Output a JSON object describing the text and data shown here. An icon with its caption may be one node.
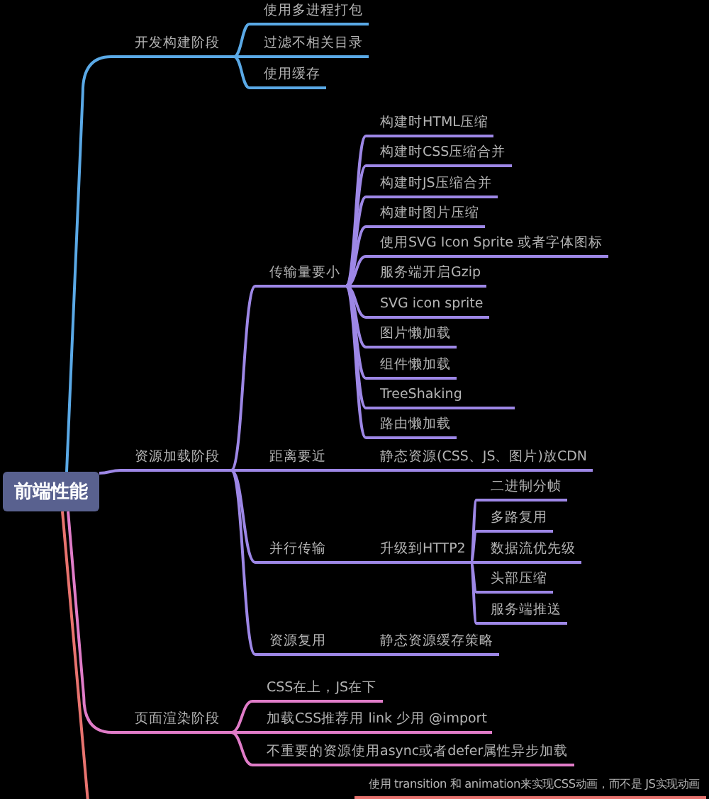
{
  "diagram": {
    "nodes": [
      {
        "text": [
          "前端性能"
        ]
      },
      {
        "text": [
          "开发构建阶段"
        ]
      },
      {
        "text": [
          "使用多进程打包"
        ]
      },
      {
        "text": [
          "过滤不相关目录"
        ]
      },
      {
        "text": [
          "使用缓存"
        ]
      },
      {
        "text": [
          "资源加载阶段"
        ]
      },
      {
        "text": [
          "传输量要小"
        ]
      },
      {
        "text": [
          "构建时HTML压缩"
        ]
      },
      {
        "text": [
          "构建时CSS压缩合并"
        ]
      },
      {
        "text": [
          "构建时JS压缩合并"
        ]
      },
      {
        "text": [
          "构建时图片压缩"
        ]
      },
      {
        "text": [
          "使用SVG Icon Sprite 或者字体图标"
        ]
      },
      {
        "text": [
          "服务端开启Gzip"
        ]
      },
      {
        "text": [
          "SVG icon sprite"
        ]
      },
      {
        "text": [
          "图片懒加载"
        ]
      },
      {
        "text": [
          "组件懒加载"
        ]
      },
      {
        "text": [
          "TreeShaking"
        ]
      },
      {
        "text": [
          "路由懒加载"
        ]
      },
      {
        "text": [
          "距离要近"
        ]
      },
      {
        "text": [
          "静态资源(CSS、JS、图片)放CDN"
        ]
      },
      {
        "text": [
          "并行传输"
        ]
      },
      {
        "text": [
          "升级到HTTP2"
        ]
      },
      {
        "text": [
          "二进制分帧"
        ]
      },
      {
        "text": [
          "多路复用"
        ]
      },
      {
        "text": [
          "数据流优先级"
        ]
      },
      {
        "text": [
          "头部压缩"
        ]
      },
      {
        "text": [
          "服务端推送"
        ]
      },
      {
        "text": [
          "资源复用"
        ]
      },
      {
        "text": [
          "静态资源缓存策略"
        ]
      },
      {
        "text": [
          "页面渲染阶段"
        ]
      },
      {
        "text": [
          "CSS在上，JS在下"
        ]
      },
      {
        "text": [
          "加载CSS推荐用 link 少用 @import"
        ]
      },
      {
        "text": [
          "不重要的资源使用async或者defer属性异步加载"
        ]
      },
      {
        "text": [
          "使用 transition 和 animation来实现CSS动画，而不是 JS实现动画"
        ]
      }
    ],
    "edges": [
      {
        "from": 0,
        "to": 1,
        "arrow": "none",
        "color": "#5aa9e6"
      },
      {
        "from": 1,
        "to": 2,
        "arrow": "none",
        "color": "#5aa9e6"
      },
      {
        "from": 1,
        "to": 3,
        "arrow": "none",
        "color": "#5aa9e6"
      },
      {
        "from": 1,
        "to": 4,
        "arrow": "none",
        "color": "#5aa9e6"
      },
      {
        "from": 0,
        "to": 5,
        "arrow": "none"
      },
      {
        "from": 5,
        "to": 6,
        "arrow": "none"
      },
      {
        "from": 6,
        "to": 7,
        "arrow": "none"
      },
      {
        "from": 6,
        "to": 8,
        "arrow": "none"
      },
      {
        "from": 6,
        "to": 9,
        "arrow": "none"
      },
      {
        "from": 6,
        "to": 10,
        "arrow": "none"
      },
      {
        "from": 6,
        "to": 11,
        "arrow": "none"
      },
      {
        "from": 6,
        "to": 12,
        "arrow": "none"
      },
      {
        "from": 6,
        "to": 13,
        "arrow": "none"
      },
      {
        "from": 6,
        "to": 14,
        "arrow": "none"
      },
      {
        "from": 6,
        "to": 15,
        "arrow": "none"
      },
      {
        "from": 6,
        "to": 16,
        "arrow": "none"
      },
      {
        "from": 6,
        "to": 17,
        "arrow": "none"
      },
      {
        "from": 5,
        "to": 18,
        "arrow": "none"
      },
      {
        "from": 18,
        "to": 19,
        "arrow": "none"
      },
      {
        "from": 5,
        "to": 20,
        "arrow": "none"
      },
      {
        "from": 20,
        "to": 21,
        "arrow": "none"
      },
      {
        "from": 21,
        "to": 22,
        "arrow": "none"
      },
      {
        "from": 21,
        "to": 23,
        "arrow": "none"
      },
      {
        "from": 21,
        "to": 24,
        "arrow": "none"
      },
      {
        "from": 21,
        "to": 25,
        "arrow": "none"
      },
      {
        "from": 21,
        "to": 26,
        "arrow": "none"
      },
      {
        "from": 5,
        "to": 27,
        "arrow": "none"
      },
      {
        "from": 27,
        "to": 28,
        "arrow": "none"
      },
      {
        "from": 0,
        "to": 29,
        "arrow": "none",
        "color": "#e07cc8"
      },
      {
        "from": 29,
        "to": 30,
        "arrow": "none",
        "color": "#e07cc8"
      },
      {
        "from": 29,
        "to": 31,
        "arrow": "none",
        "color": "#e07cc8"
      },
      {
        "from": 29,
        "to": 32,
        "arrow": "none",
        "color": "#e07cc8"
      },
      {
        "from": 0,
        "to": null,
        "arrow": "none",
        "color": "#e8736f"
      }
    ]
  }
}
